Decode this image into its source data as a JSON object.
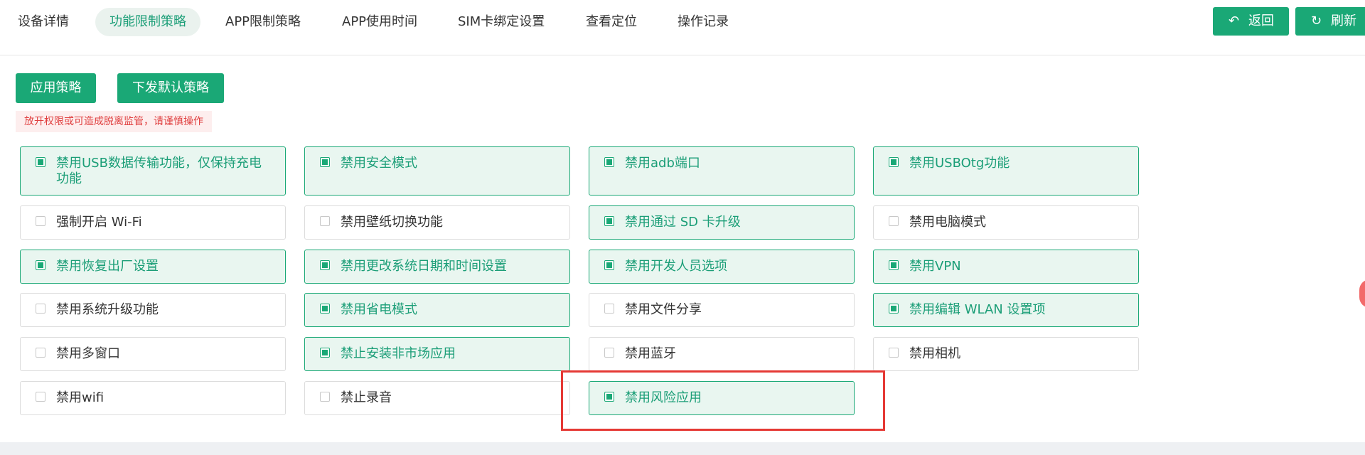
{
  "tabs": [
    {
      "label": "设备详情",
      "active": false
    },
    {
      "label": "功能限制策略",
      "active": true
    },
    {
      "label": "APP限制策略",
      "active": false
    },
    {
      "label": "APP使用时间",
      "active": false
    },
    {
      "label": "SIM卡绑定设置",
      "active": false
    },
    {
      "label": "查看定位",
      "active": false
    },
    {
      "label": "操作记录",
      "active": false
    }
  ],
  "header_buttons": {
    "back": {
      "label": "返回",
      "icon": "reply-icon"
    },
    "refresh": {
      "label": "刷新",
      "icon": "refresh-icon"
    }
  },
  "actions": {
    "apply_label": "应用策略",
    "default_label": "下发默认策略"
  },
  "warning": "放开权限或可造成脱离监管，请谨慎操作",
  "options": [
    {
      "label": "禁用USB数据传输功能，仅保持充电功能",
      "checked": true
    },
    {
      "label": "禁用安全模式",
      "checked": true
    },
    {
      "label": "禁用adb端口",
      "checked": true
    },
    {
      "label": "禁用USBOtg功能",
      "checked": true
    },
    {
      "label": "强制开启 Wi-Fi",
      "checked": false
    },
    {
      "label": "禁用壁纸切换功能",
      "checked": false
    },
    {
      "label": "禁用通过 SD 卡升级",
      "checked": true
    },
    {
      "label": "禁用电脑模式",
      "checked": false
    },
    {
      "label": "禁用恢复出厂设置",
      "checked": true
    },
    {
      "label": "禁用更改系统日期和时间设置",
      "checked": true
    },
    {
      "label": "禁用开发人员选项",
      "checked": true
    },
    {
      "label": "禁用VPN",
      "checked": true
    },
    {
      "label": "禁用系统升级功能",
      "checked": false
    },
    {
      "label": "禁用省电模式",
      "checked": true
    },
    {
      "label": "禁用文件分享",
      "checked": false
    },
    {
      "label": "禁用编辑 WLAN 设置项",
      "checked": true
    },
    {
      "label": "禁用多窗口",
      "checked": false
    },
    {
      "label": "禁止安装非市场应用",
      "checked": true
    },
    {
      "label": "禁用蓝牙",
      "checked": false
    },
    {
      "label": "禁用相机",
      "checked": false
    },
    {
      "label": "禁用wifi",
      "checked": false
    },
    {
      "label": "禁止录音",
      "checked": false
    },
    {
      "label": "禁用风险应用",
      "checked": true
    }
  ],
  "colors": {
    "accent": "#1aa876",
    "checked_bg": "#e9f6f0",
    "warning_text": "#e04040",
    "highlight": "#e53935"
  }
}
